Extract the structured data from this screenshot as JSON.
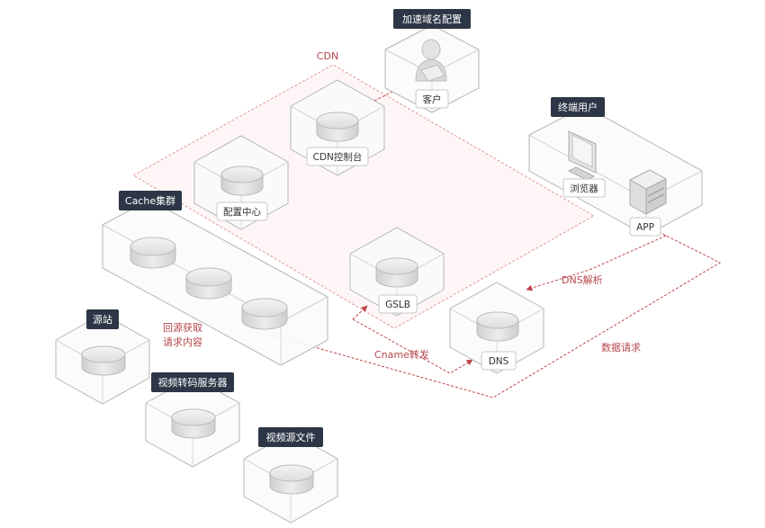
{
  "colors": {
    "cdn_border": "#e29a9c",
    "cdn_fill": "#fdeeee",
    "flow_line": "#c0474c",
    "dark_tag": "#2d3646",
    "box_stroke": "#b5b5b5"
  },
  "labels": {
    "cdn": "CDN",
    "accelerate_config": "加速域名配置",
    "customer": "客户",
    "cdn_console": "CDN控制台",
    "config_center": "配置中心",
    "end_user": "终端用户",
    "browser": "浏览器",
    "app": "APP",
    "cache_cluster": "Cache集群",
    "gslb": "GSLB",
    "dns": "DNS",
    "dns_resolve": "DNS解析",
    "cname_forward": "Cname转发",
    "data_request": "数据请求",
    "origin": "源站",
    "back_to_origin_1": "回源获取",
    "back_to_origin_2": "请求内容",
    "transcode_server": "视频转码服务器",
    "video_source": "视频源文件"
  }
}
